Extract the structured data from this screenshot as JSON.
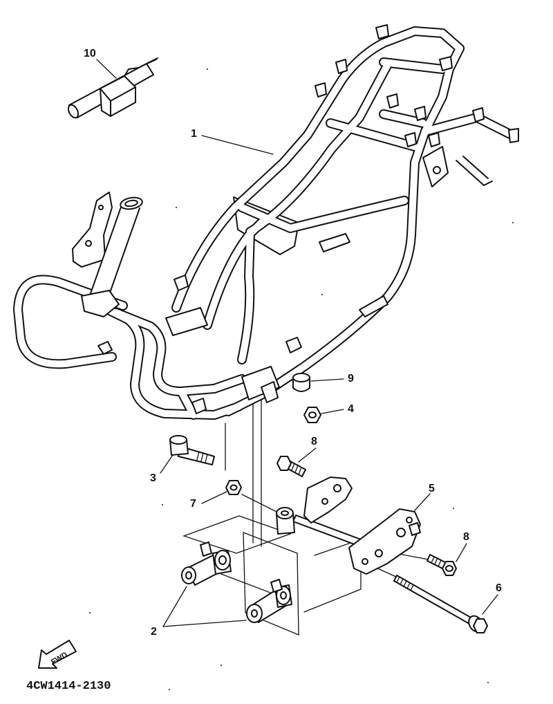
{
  "diagram": {
    "part_code": "4CW1414-2130",
    "fwd_label": "FWD",
    "callouts": [
      "10",
      "1",
      "9",
      "4",
      "8",
      "3",
      "7",
      "5",
      "8",
      "6",
      "2"
    ]
  }
}
